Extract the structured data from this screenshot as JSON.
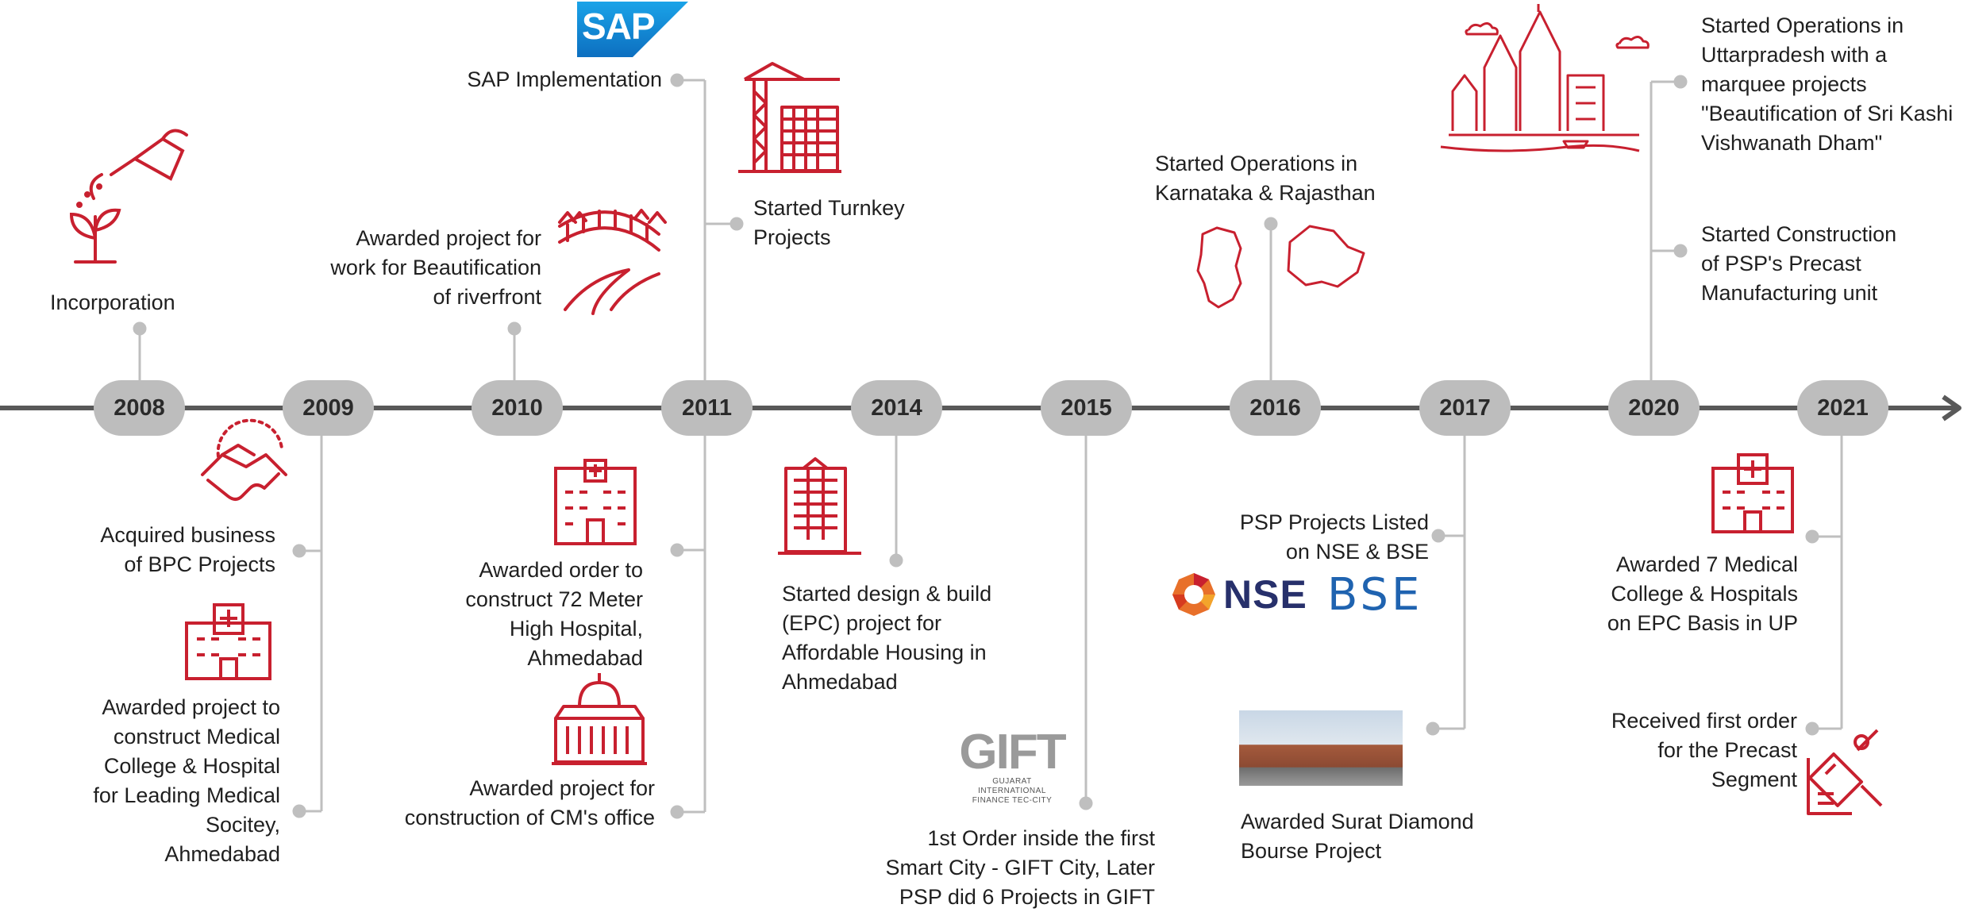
{
  "colors": {
    "accent": "#c8202f",
    "line": "#595959",
    "pill": "#bdbdbd",
    "connector": "#bfbfbf"
  },
  "years": [
    "2008",
    "2009",
    "2010",
    "2011",
    "2014",
    "2015",
    "2016",
    "2017",
    "2020",
    "2021"
  ],
  "events": {
    "incorporation": "Incorporation",
    "sap": "SAP Implementation",
    "turnkey": "Started Turnkey\nProjects",
    "riverfront": "Awarded project for\nwork for Beautification\nof riverfront",
    "karnataka": "Started Operations in\nKarnataka & Rajasthan",
    "uttarpradesh": "Started Operations in\nUttarpradesh with a\nmarquee projects\n\"Beautification of Sri Kashi\nVishwanath Dham\"",
    "precast_unit": "Started Construction\nof PSP's Precast\nManufacturing unit",
    "bpc": "Acquired business\nof BPC Projects",
    "medical_college": "Awarded project to\nconstruct Medical\nCollege & Hospital\nfor Leading Medical\nSocitey,\nAhmedabad",
    "hospital_72m": "Awarded order to\nconstruct 72 Meter\nHigh Hospital,\nAhmedabad",
    "cm_office": "Awarded project for\nconstruction of CM's office",
    "epc_housing": "Started design &  build\n(EPC) project for\nAffordable Housing in\nAhmedabad",
    "gift_city": "1st Order inside the first\nSmart City - GIFT City, Later\nPSP did 6 Projects in GIFT",
    "listed": "PSP Projects Listed\non NSE & BSE",
    "surat": "Awarded Surat Diamond\nBourse Project",
    "medical_up": "Awarded 7 Medical\nCollege & Hospitals\non EPC Basis in UP",
    "precast_order": "Received first order\nfor the Precast\nSegment"
  },
  "logos": {
    "sap": "SAP",
    "nse": "NSE",
    "bse": "BSE",
    "gift_title": "GIFT",
    "gift_sub1": "GUJARAT INTERNATIONAL",
    "gift_sub2": "FINANCE TEC-CITY"
  },
  "icons": [
    "watering-can-plant-icon",
    "handshake-icon",
    "bridge-riverfront-icon",
    "hospital-icon",
    "government-building-icon",
    "tower-crane-icon",
    "apartment-building-icon",
    "karnataka-rajasthan-map-icon",
    "kashi-temple-icon",
    "precast-segment-icon"
  ]
}
